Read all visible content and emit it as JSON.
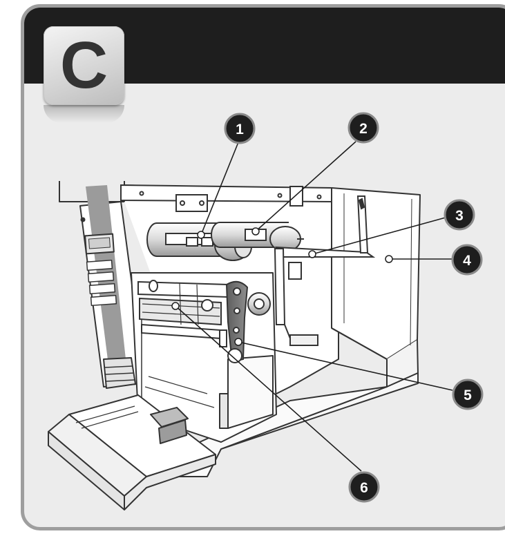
{
  "section_badge": {
    "letter": "C"
  },
  "callouts": [
    {
      "number": "1"
    },
    {
      "number": "2"
    },
    {
      "number": "3"
    },
    {
      "number": "4"
    },
    {
      "number": "5"
    },
    {
      "number": "6"
    }
  ],
  "colors": {
    "header": "#1e1e1e",
    "panel_background": "#ececec",
    "panel_border": "#9e9e9e",
    "callout_fill": "#1e1e1e",
    "callout_ring": "#8a8a8a",
    "highlight_parts": "#7d7d7d"
  }
}
